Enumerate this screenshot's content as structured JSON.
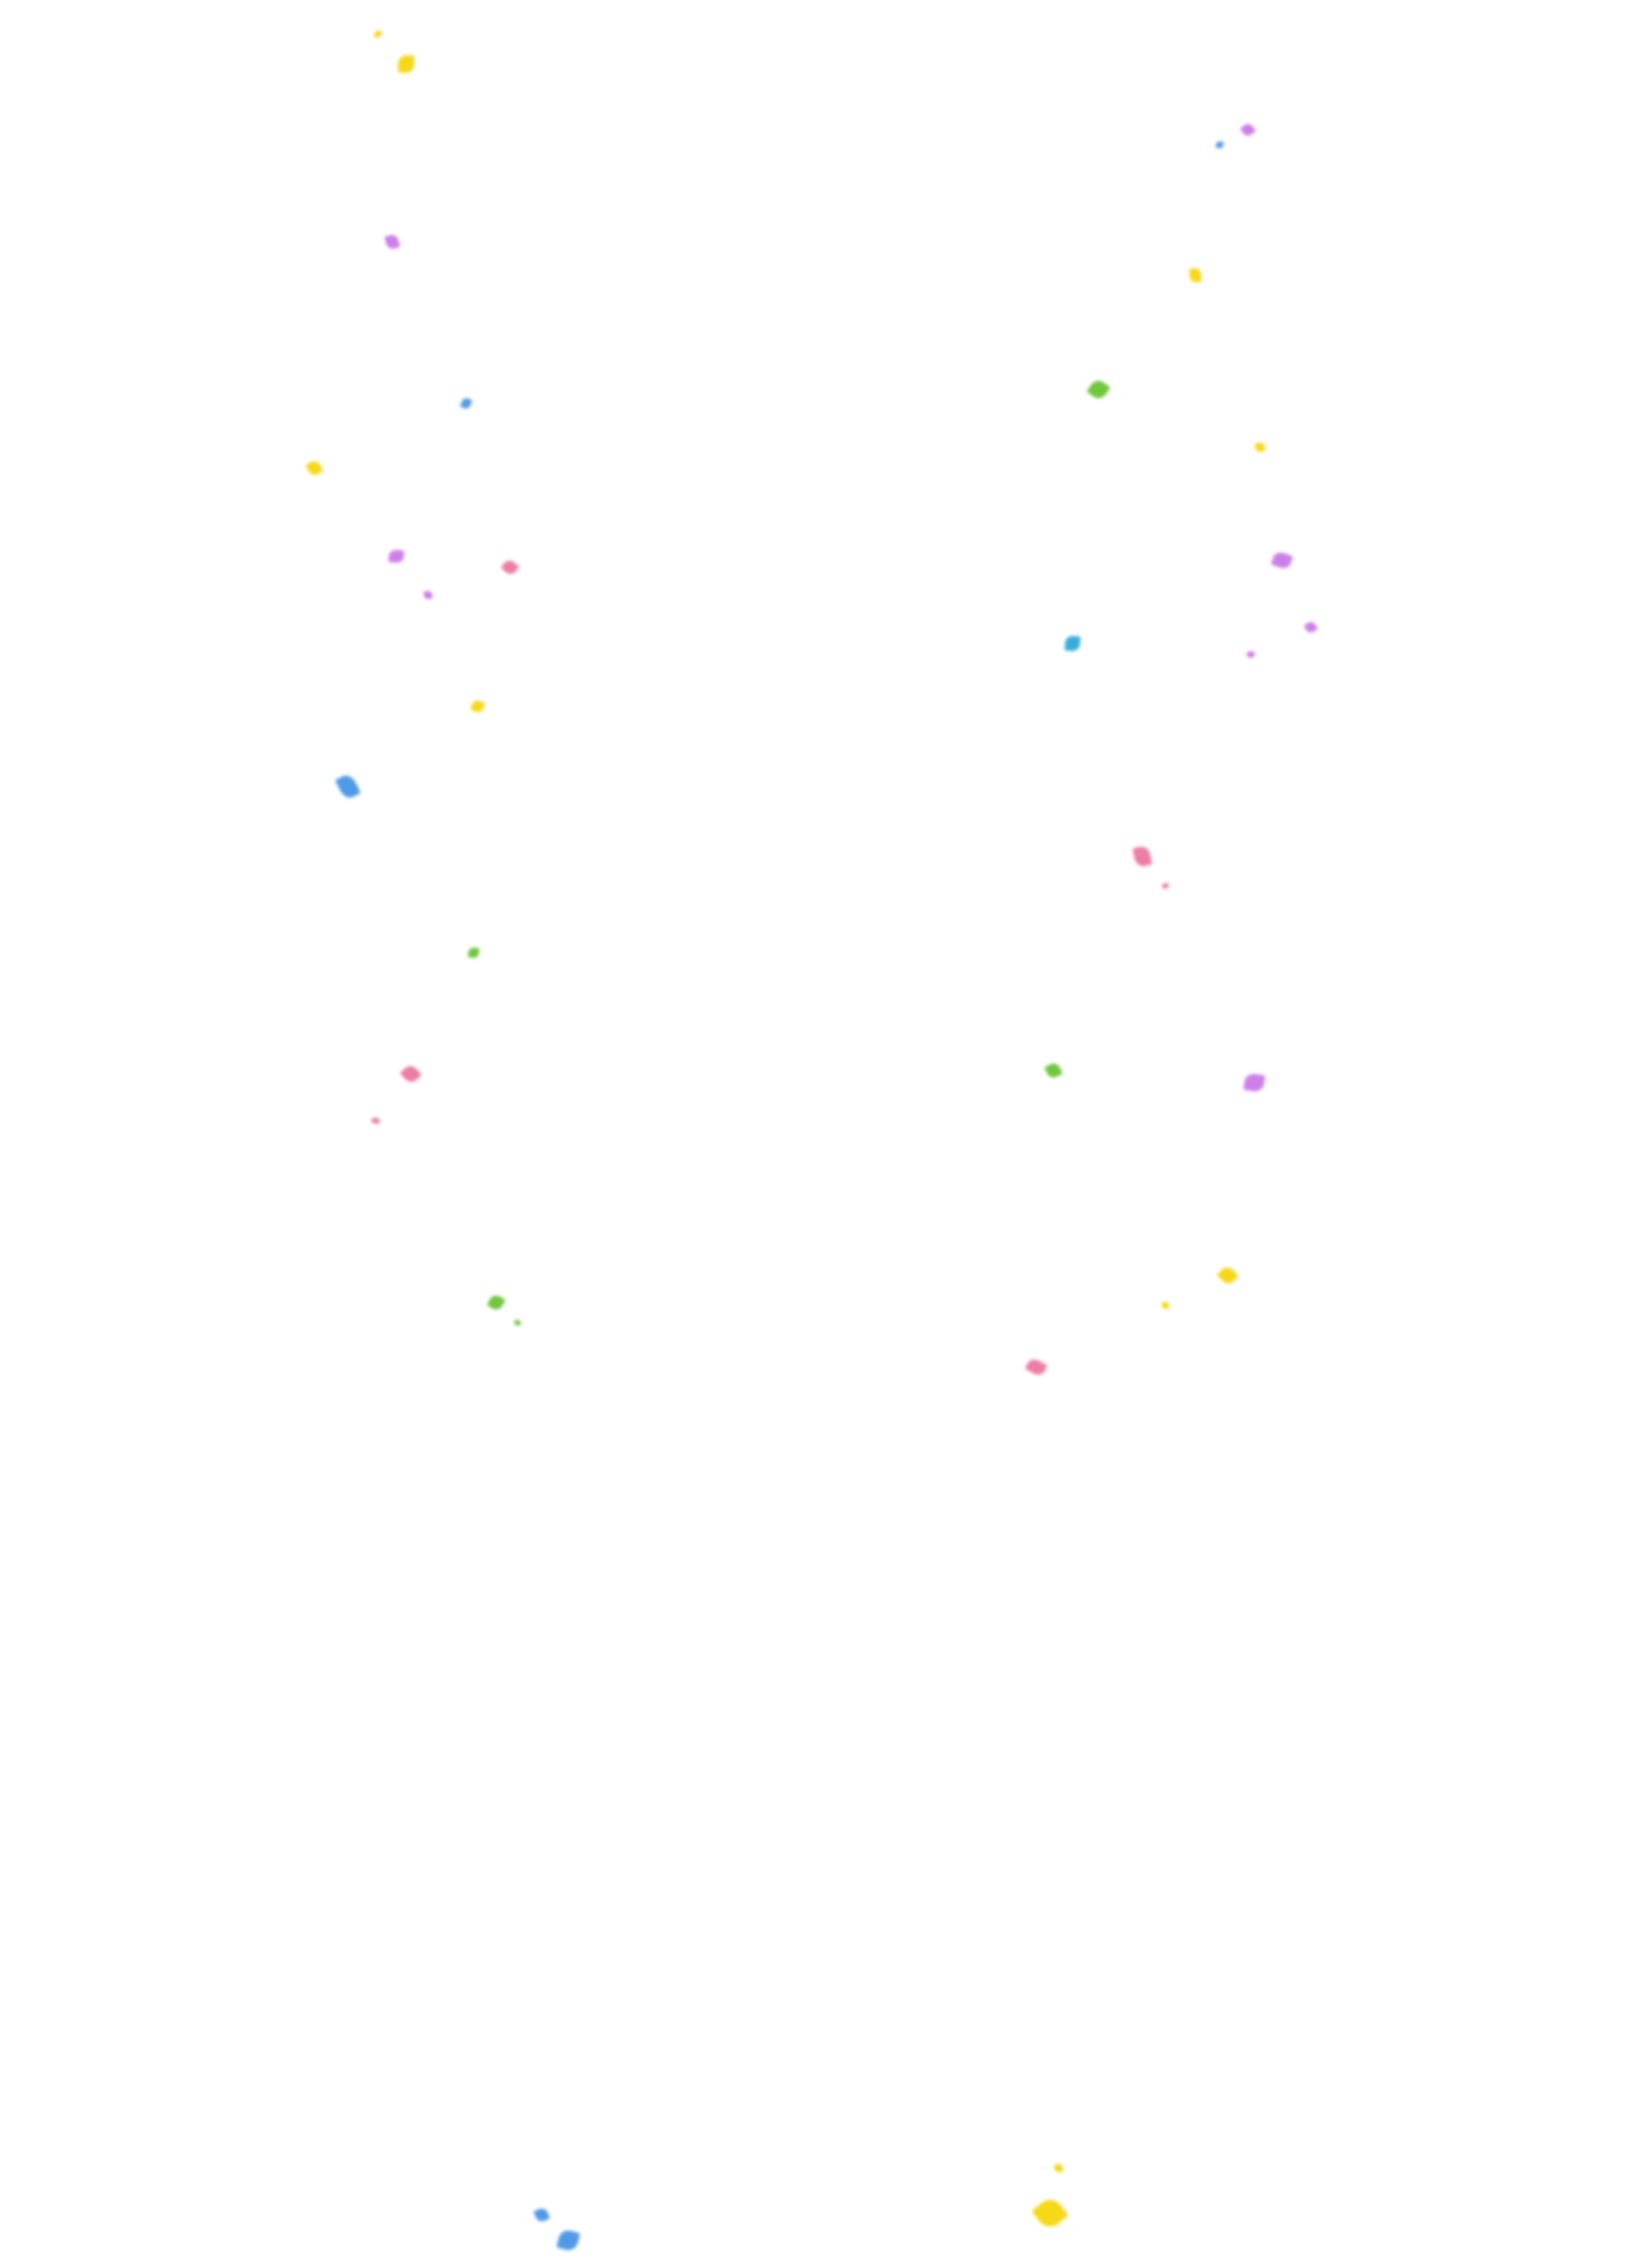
{
  "palette": {
    "yellow": "#f5d400",
    "blue": "#3d8fe6",
    "purple": "#c772e6",
    "pink": "#ec6f9b",
    "green": "#62c02a",
    "teal": "#22a6d6"
  },
  "confetti": [
    {
      "color": "yellow"
    },
    {
      "color": "yellow"
    },
    {
      "color": "purple"
    },
    {
      "color": "blue"
    },
    {
      "color": "yellow"
    },
    {
      "color": "purple"
    },
    {
      "color": "pink"
    },
    {
      "color": "purple"
    },
    {
      "color": "yellow"
    },
    {
      "color": "blue"
    },
    {
      "color": "green"
    },
    {
      "color": "pink"
    },
    {
      "color": "pink"
    },
    {
      "color": "green"
    },
    {
      "color": "green"
    },
    {
      "color": "blue"
    },
    {
      "color": "purple"
    },
    {
      "color": "yellow"
    },
    {
      "color": "green"
    },
    {
      "color": "yellow"
    },
    {
      "color": "purple"
    },
    {
      "color": "purple"
    },
    {
      "color": "teal"
    },
    {
      "color": "purple"
    },
    {
      "color": "pink"
    },
    {
      "color": "pink"
    },
    {
      "color": "green"
    },
    {
      "color": "purple"
    },
    {
      "color": "yellow"
    },
    {
      "color": "yellow"
    },
    {
      "color": "pink"
    },
    {
      "color": "blue"
    },
    {
      "color": "blue"
    },
    {
      "color": "yellow"
    },
    {
      "color": "yellow"
    }
  ]
}
